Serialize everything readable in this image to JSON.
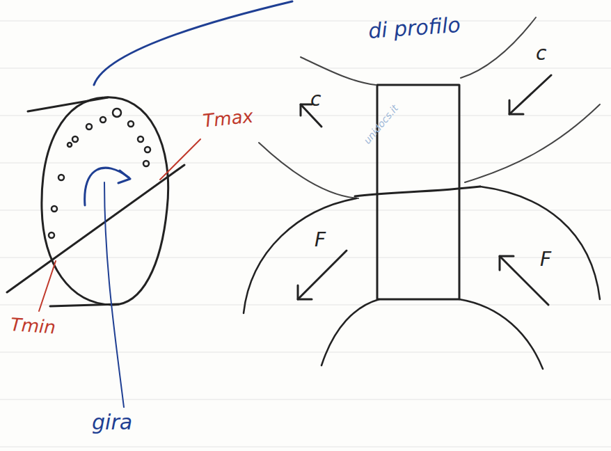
{
  "diagram": {
    "labels": [
      "di profilo",
      "Tmax",
      "Tmin",
      "gira",
      "c",
      "c",
      "F",
      "F",
      "unidocs.it"
    ]
  }
}
